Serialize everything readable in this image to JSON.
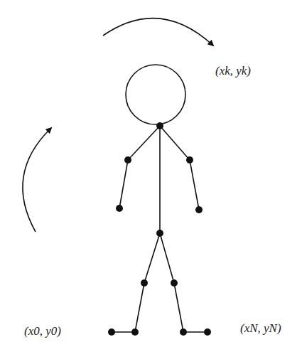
{
  "diagram": {
    "labels": [
      "(xk, yk)",
      "(x0, y0)",
      "(xN, yN)"
    ]
  }
}
